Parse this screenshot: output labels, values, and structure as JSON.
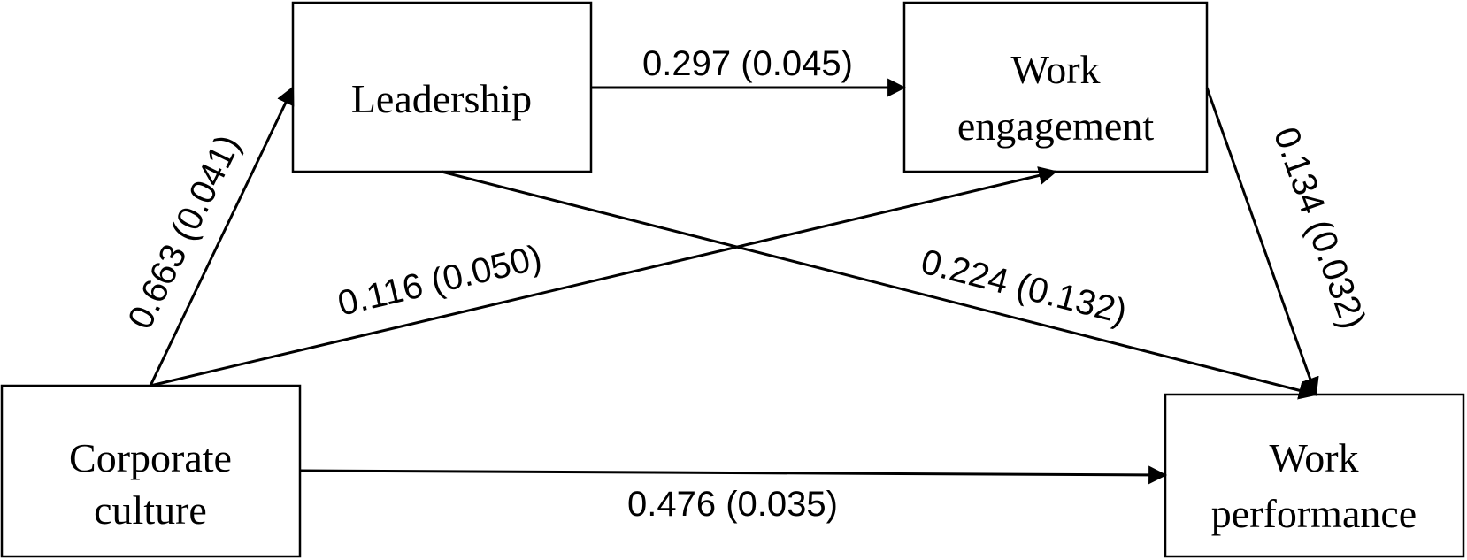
{
  "nodes": {
    "leadership": {
      "lines": [
        "Leadership"
      ]
    },
    "work_engagement": {
      "lines": [
        "Work",
        "engagement"
      ]
    },
    "corporate_culture": {
      "lines": [
        "Corporate",
        "culture"
      ]
    },
    "work_performance": {
      "lines": [
        "Work",
        "performance"
      ]
    }
  },
  "paths": {
    "leadership_to_engagement": "0.297 (0.045)",
    "culture_to_leadership": "0.663 (0.041)",
    "culture_to_engagement": "0.116 (0.050)",
    "leadership_to_performance": "0.224 (0.132)",
    "engagement_to_performance": "0.134 (0.032)",
    "culture_to_performance": "0.476 (0.035)"
  }
}
